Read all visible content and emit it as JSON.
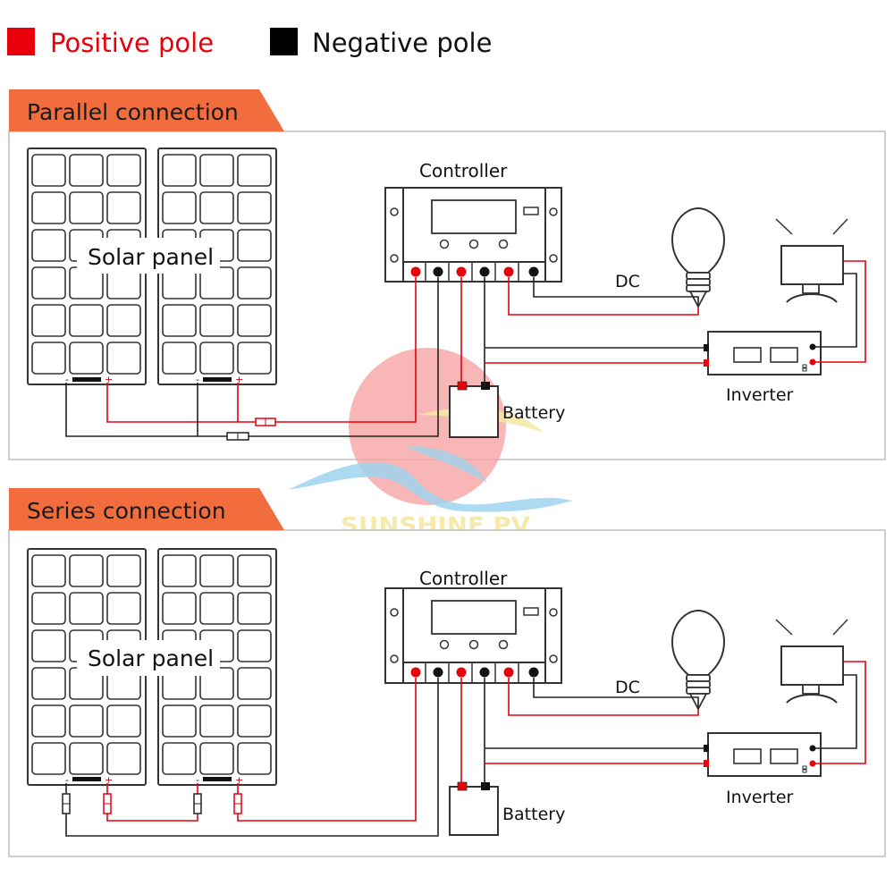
{
  "legend": {
    "positive": "Positive pole",
    "negative": "Negative pole",
    "positive_color": "#e8000b",
    "negative_color": "#000000"
  },
  "accent_color": "#f26d3d",
  "wire_positive_color": "#e8000b",
  "wire_negative_color": "#222222",
  "sections": [
    {
      "title": "Parallel connection",
      "panel_label": "Solar panel",
      "controller_label": "Controller",
      "dc_label": "DC",
      "battery_label": "Battery",
      "inverter_label": "Inverter",
      "panel_minus": "-",
      "panel_plus": "+"
    },
    {
      "title": "Series connection",
      "panel_label": "Solar panel",
      "controller_label": "Controller",
      "dc_label": "DC",
      "battery_label": "Battery",
      "inverter_label": "Inverter",
      "panel_minus": "-",
      "panel_plus": "+"
    }
  ],
  "watermark": {
    "text": "SUNSHINE PV",
    "sun_color": "#f6a4a4",
    "wave_color": "#9fd3ee"
  }
}
